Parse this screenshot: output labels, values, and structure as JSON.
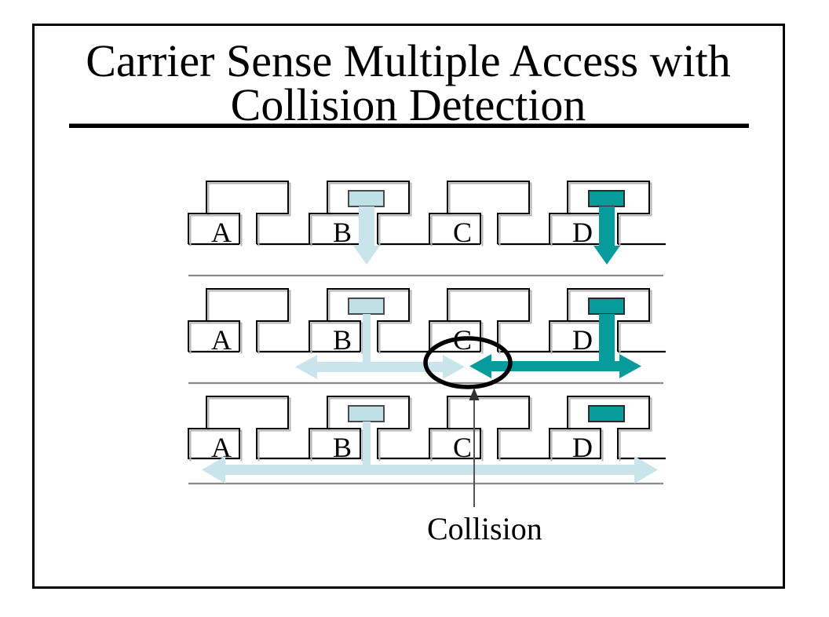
{
  "title": {
    "line1": "Carrier Sense Multiple Access with",
    "line2": "Collision Detection"
  },
  "labels": [
    "A",
    "B",
    "C",
    "D"
  ],
  "collision": {
    "label": "Collision"
  },
  "colors": {
    "signal_teal": "#089b9b",
    "signal_light": "#c9e5eb",
    "transceiver_light": "#bfe0e6",
    "outline_black": "#000000",
    "separator_gray": "#8a8a8a"
  }
}
